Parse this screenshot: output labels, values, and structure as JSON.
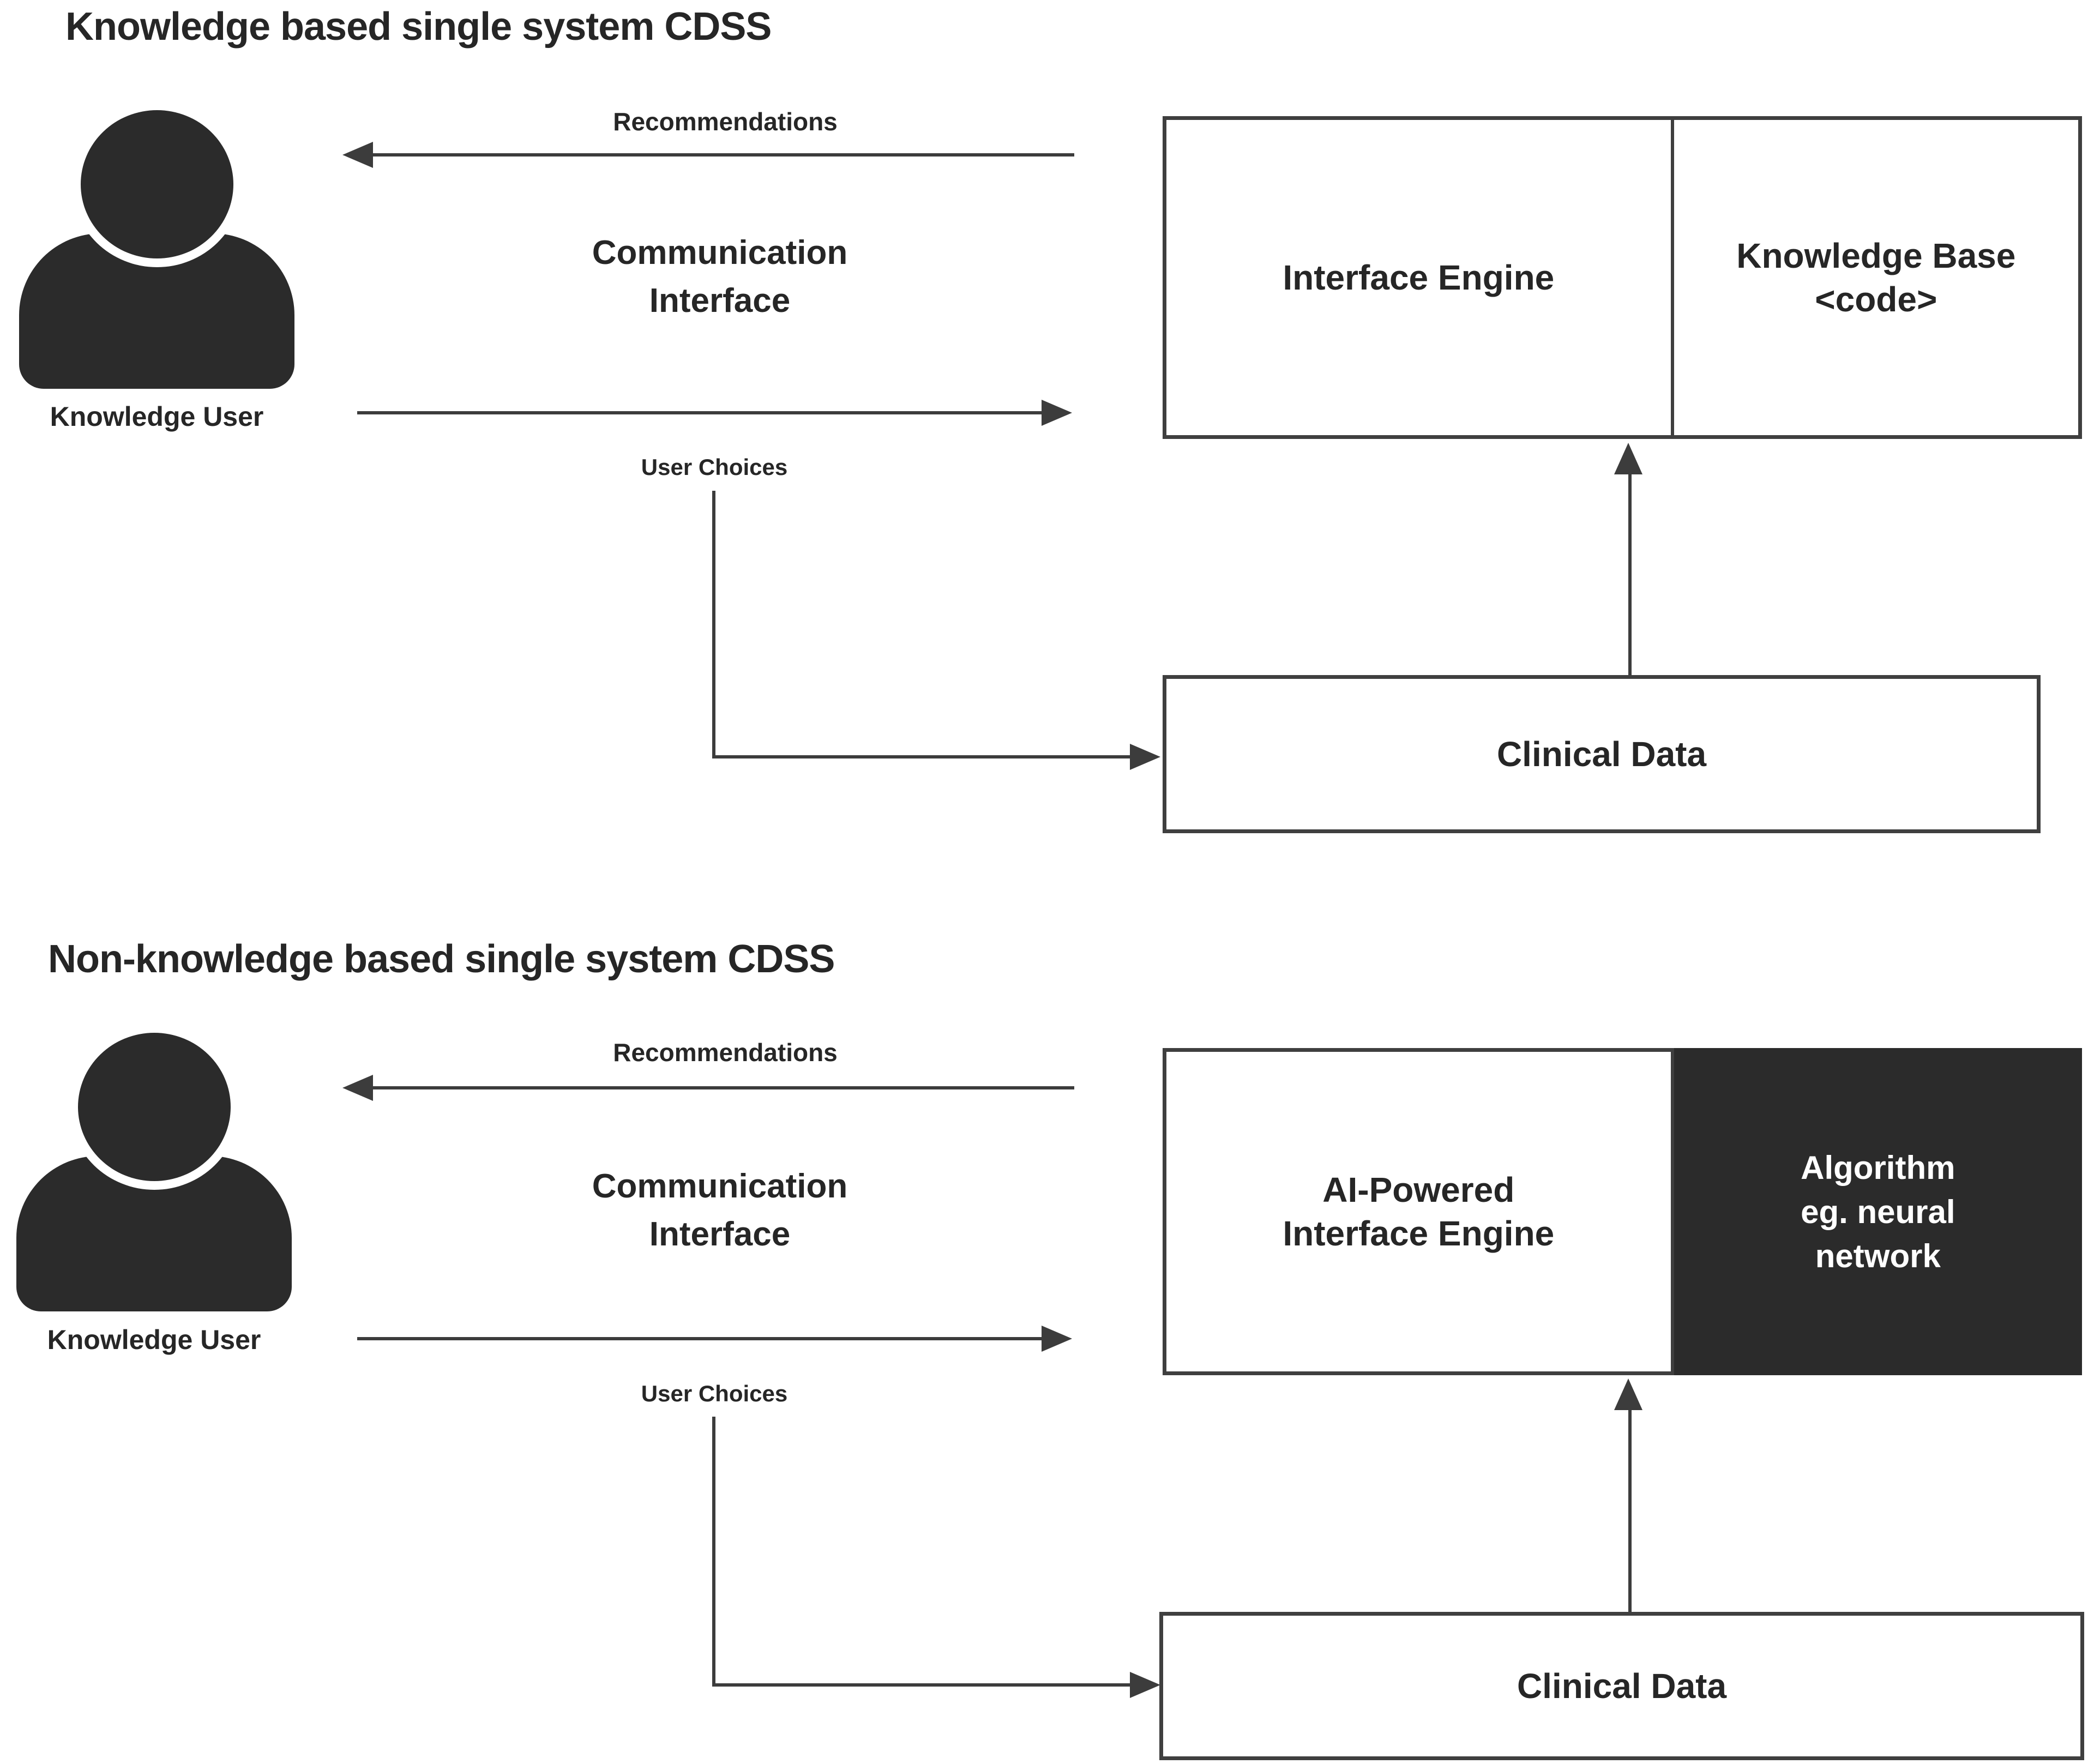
{
  "colors": {
    "background": "#ffffff",
    "ink": "#262626",
    "line": "#3c3c3c",
    "border": "#3f3f3f",
    "icon": "#2b2b2b",
    "algorithm_bg": "#2b2b2b",
    "algorithm_text": "#ffffff"
  },
  "top": {
    "title": "Knowledge based single system CDSS",
    "actor_label": "Knowledge User",
    "recommendations_label": "Recommendations",
    "communication_line1": "Communication",
    "communication_line2": "Interface",
    "user_choices_label": "User Choices",
    "interface_engine_label": "Interface Engine",
    "knowledge_base_line1": "Knowledge Base",
    "knowledge_base_line2": "<code>",
    "clinical_data_label": "Clinical Data"
  },
  "bottom": {
    "title": "Non-knowledge based single system CDSS",
    "actor_label": "Knowledge User",
    "recommendations_label": "Recommendations",
    "communication_line1": "Communication",
    "communication_line2": "Interface",
    "user_choices_label": "User Choices",
    "engine_line1": "AI-Powered",
    "engine_line2": "Interface Engine",
    "algorithm_line1": "Algorithm",
    "algorithm_line2": "eg. neural",
    "algorithm_line3": "network",
    "clinical_data_label": "Clinical Data"
  }
}
